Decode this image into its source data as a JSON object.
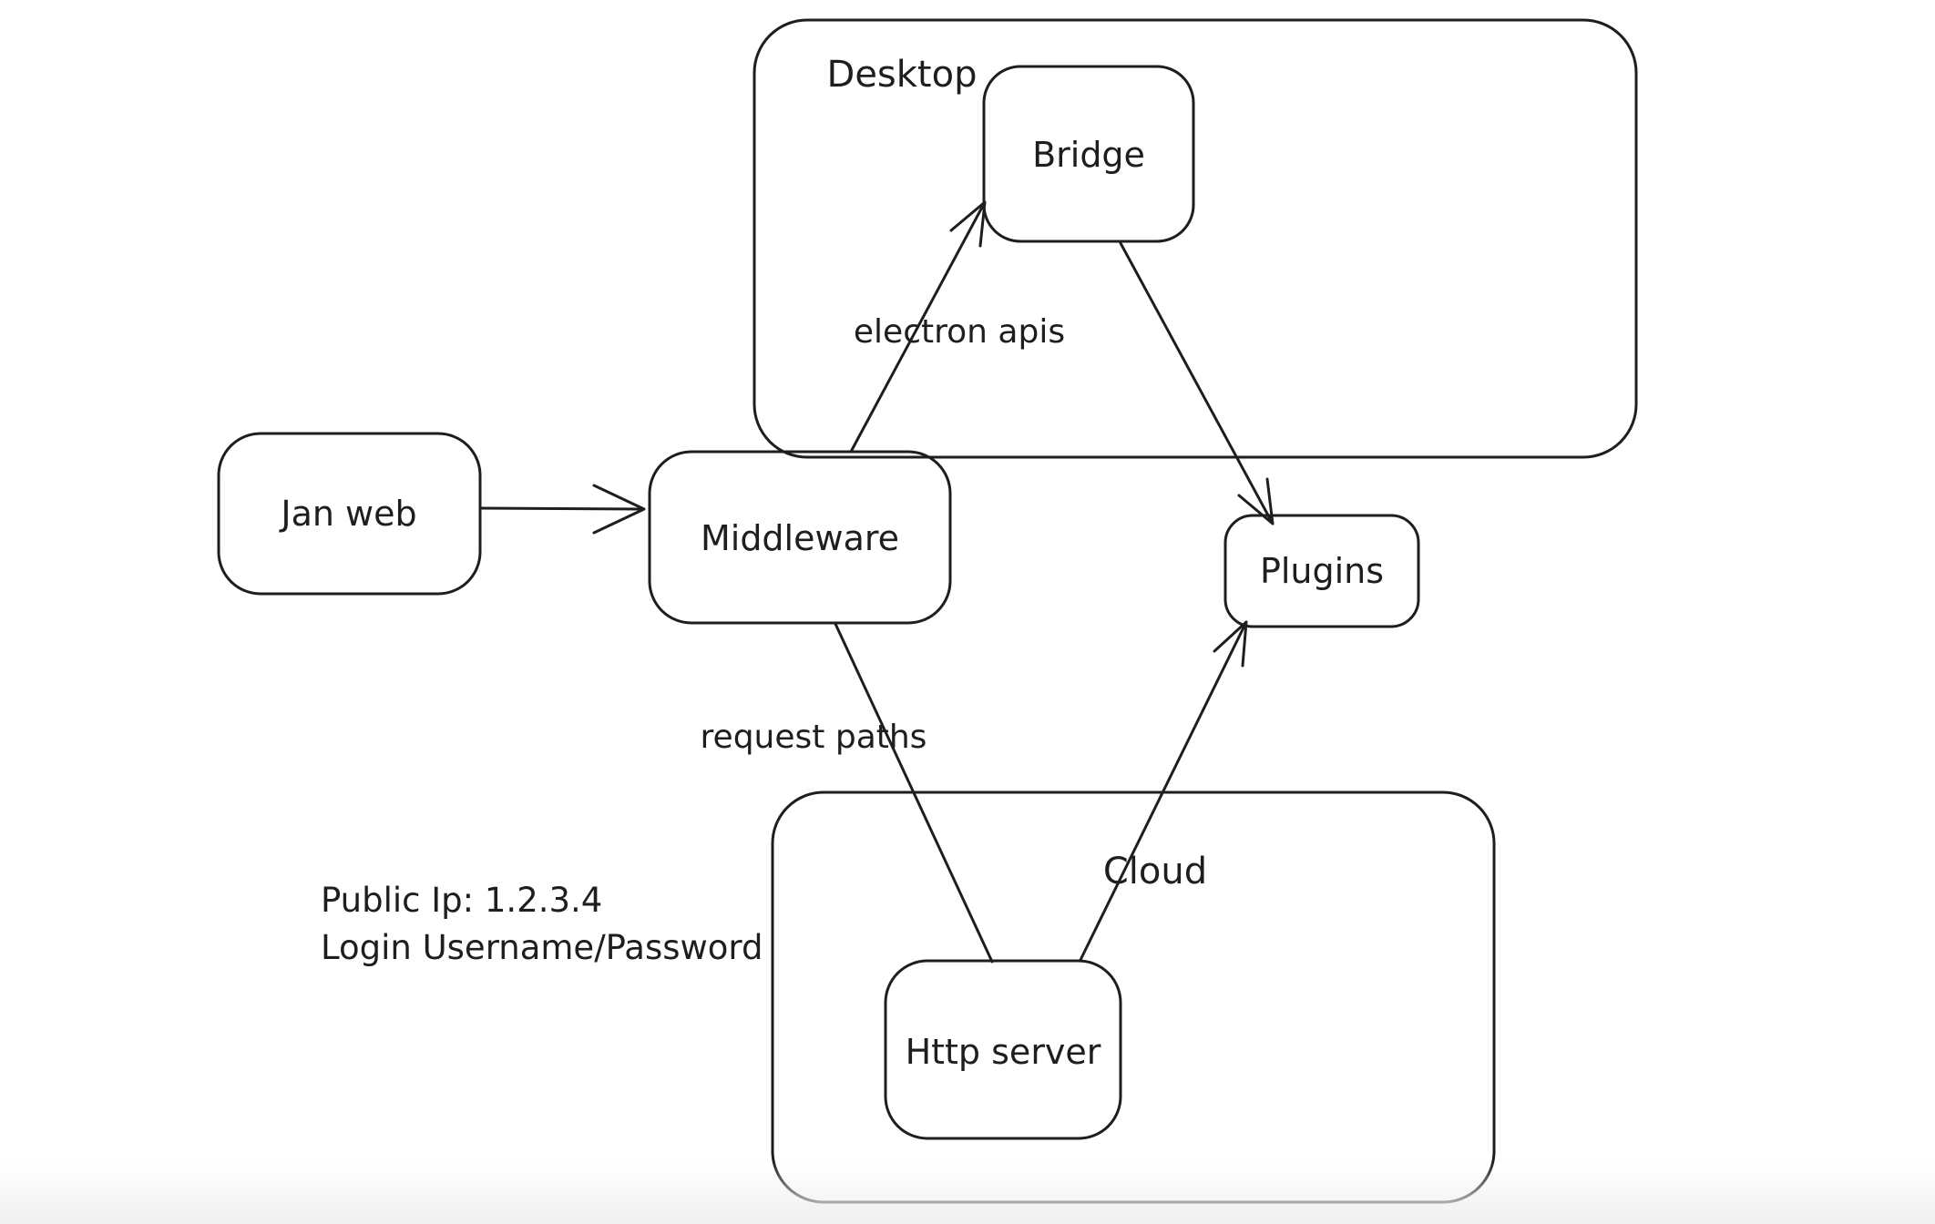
{
  "colors": {
    "stroke": "#1e1e1e",
    "text": "#1e1e1e",
    "background": "#ffffff",
    "bottom_fade": "#f0f0f1"
  },
  "containers": [
    {
      "label": "Desktop"
    },
    {
      "label": "Cloud"
    }
  ],
  "nodes": [
    {
      "label": "Jan web"
    },
    {
      "label": "Middleware"
    },
    {
      "label": "Bridge"
    },
    {
      "label": "Plugins"
    },
    {
      "label": "Http server"
    }
  ],
  "edges": [
    {
      "from": "Jan web",
      "to": "Middleware",
      "label": ""
    },
    {
      "from": "Middleware",
      "to": "Bridge",
      "label": "electron apis"
    },
    {
      "from": "Bridge",
      "to": "Plugins",
      "label": ""
    },
    {
      "from": "Middleware",
      "to": "Http server",
      "label": "request paths"
    },
    {
      "from": "Http server",
      "to": "Plugins",
      "label": ""
    }
  ],
  "annotations": [
    {
      "text": "Public Ip: 1.2.3.4"
    },
    {
      "text": "Login Username/Password"
    }
  ]
}
